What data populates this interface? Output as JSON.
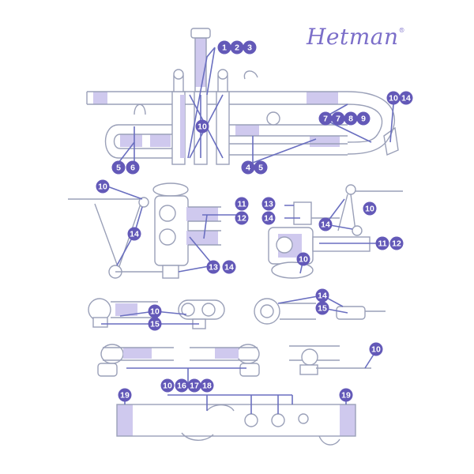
{
  "brand": {
    "name": "Hetman",
    "mark": "®"
  },
  "colors": {
    "outline": "#9aa0b8",
    "highlight": "#cfc9ee",
    "badge": "#6359b8",
    "leader": "#6a6fc0",
    "brand": "#7b6ec9"
  },
  "badges": [
    {
      "n": "1"
    },
    {
      "n": "2"
    },
    {
      "n": "3"
    },
    {
      "n": "10"
    },
    {
      "n": "14"
    },
    {
      "n": "7"
    },
    {
      "n": "7"
    },
    {
      "n": "8"
    },
    {
      "n": "9"
    },
    {
      "n": "10"
    },
    {
      "n": "5"
    },
    {
      "n": "6"
    },
    {
      "n": "4"
    },
    {
      "n": "5"
    },
    {
      "n": "10"
    },
    {
      "n": "14"
    },
    {
      "n": "11"
    },
    {
      "n": "12"
    },
    {
      "n": "13"
    },
    {
      "n": "14"
    },
    {
      "n": "13"
    },
    {
      "n": "14"
    },
    {
      "n": "10"
    },
    {
      "n": "14"
    },
    {
      "n": "11"
    },
    {
      "n": "12"
    },
    {
      "n": "10"
    },
    {
      "n": "10"
    },
    {
      "n": "15"
    },
    {
      "n": "14"
    },
    {
      "n": "15"
    },
    {
      "n": "10"
    },
    {
      "n": "10"
    },
    {
      "n": "16"
    },
    {
      "n": "17"
    },
    {
      "n": "18"
    },
    {
      "n": "19"
    },
    {
      "n": "19"
    }
  ]
}
